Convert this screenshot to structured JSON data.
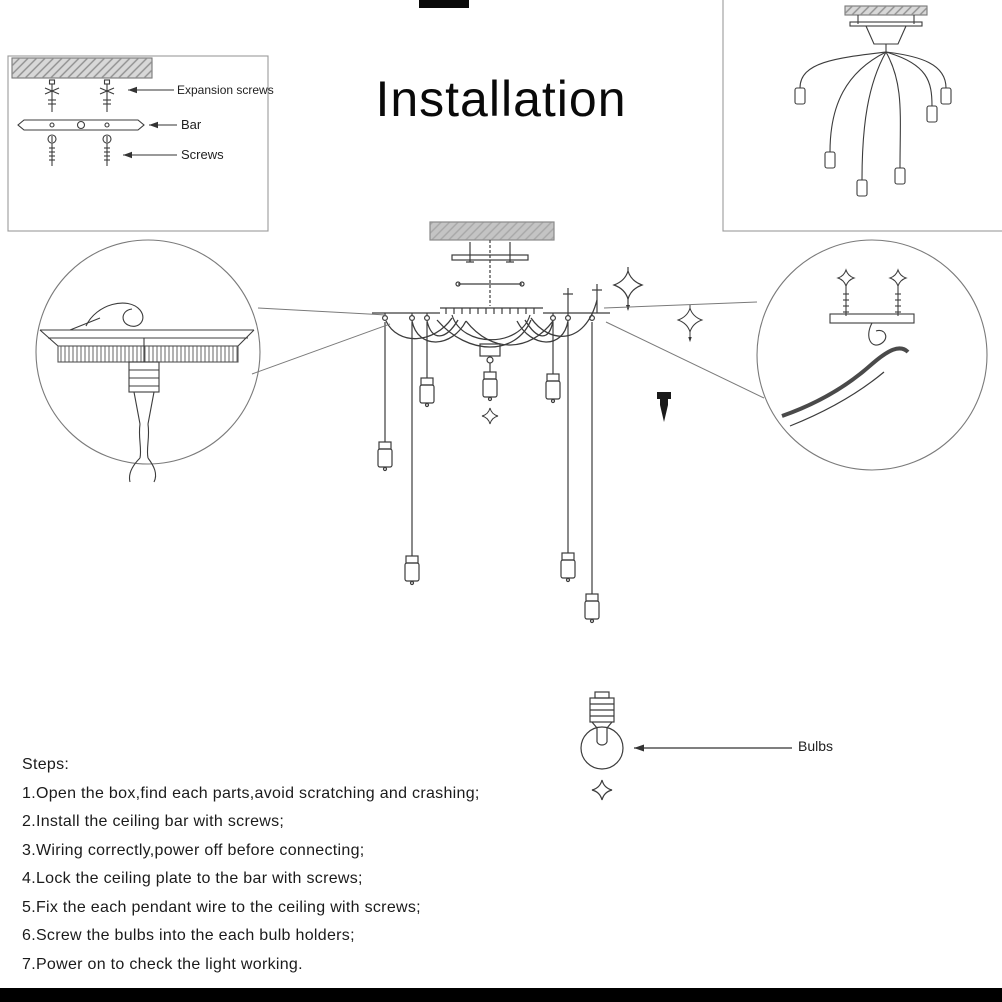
{
  "page": {
    "title": "Installation"
  },
  "hardware_inset": {
    "labels": {
      "expansion_screws": "Expansion screws",
      "bar": "Bar",
      "screws": "Screws"
    }
  },
  "bulb_callout": {
    "label": "Bulbs"
  },
  "steps": {
    "heading": "Steps:",
    "items": [
      "1.Open the box,find each parts,avoid scratching and crashing;",
      "2.Install the ceiling bar with screws;",
      "3.Wiring correctly,power off before connecting;",
      "4.Lock the ceiling plate to the bar with screws;",
      "5.Fix the each pendant wire to the ceiling with screws;",
      "6.Screw the bulbs into the each bulb holders;",
      "7.Power on to check the light working."
    ]
  },
  "colors": {
    "ink": "#3c3c3c",
    "ceiling_fill": "#c9c9c9",
    "banner": "#000000"
  }
}
